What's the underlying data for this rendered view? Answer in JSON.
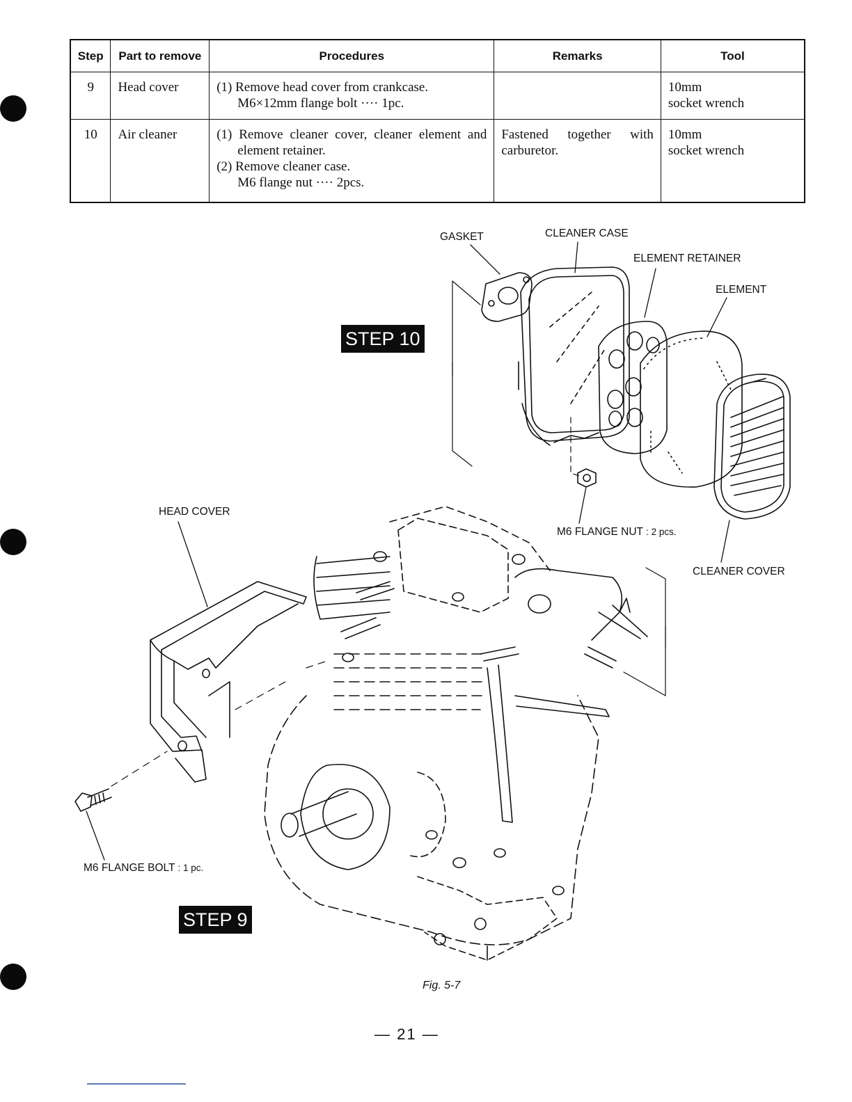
{
  "table": {
    "headers": {
      "step": "Step",
      "part": "Part to remove",
      "procedures": "Procedures",
      "remarks": "Remarks",
      "tool": "Tool"
    },
    "rows": [
      {
        "step": "9",
        "part": "Head cover",
        "procedure_1": "(1) Remove head cover from crankcase.",
        "procedure_1_sub": "M6×12mm flange bolt ···· 1pc.",
        "remarks": "",
        "tool_line1": "10mm",
        "tool_line2": "socket wrench"
      },
      {
        "step": "10",
        "part": "Air cleaner",
        "procedure_1": "(1) Remove cleaner cover, cleaner element and element retainer.",
        "procedure_2": "(2) Remove cleaner case.",
        "procedure_2_sub": "M6 flange nut ···· 2pcs.",
        "remarks": "Fastened together with carburetor.",
        "tool_line1": "10mm",
        "tool_line2": "socket wrench"
      }
    ]
  },
  "figure": {
    "labels": {
      "gasket": "GASKET",
      "cleaner_case": "CLEANER CASE",
      "element_retainer": "ELEMENT RETAINER",
      "element": "ELEMENT",
      "flange_nut": "M6 FLANGE NUT",
      "flange_nut_qty": ": 2 pcs.",
      "cleaner_cover": "CLEANER COVER",
      "head_cover": "HEAD COVER",
      "flange_bolt": "M6 FLANGE BOLT",
      "flange_bolt_qty": ": 1 pc."
    },
    "step_10": "STEP 10",
    "step_9": "STEP 9",
    "caption": "Fig. 5-7"
  },
  "page_number": "— 21 —"
}
